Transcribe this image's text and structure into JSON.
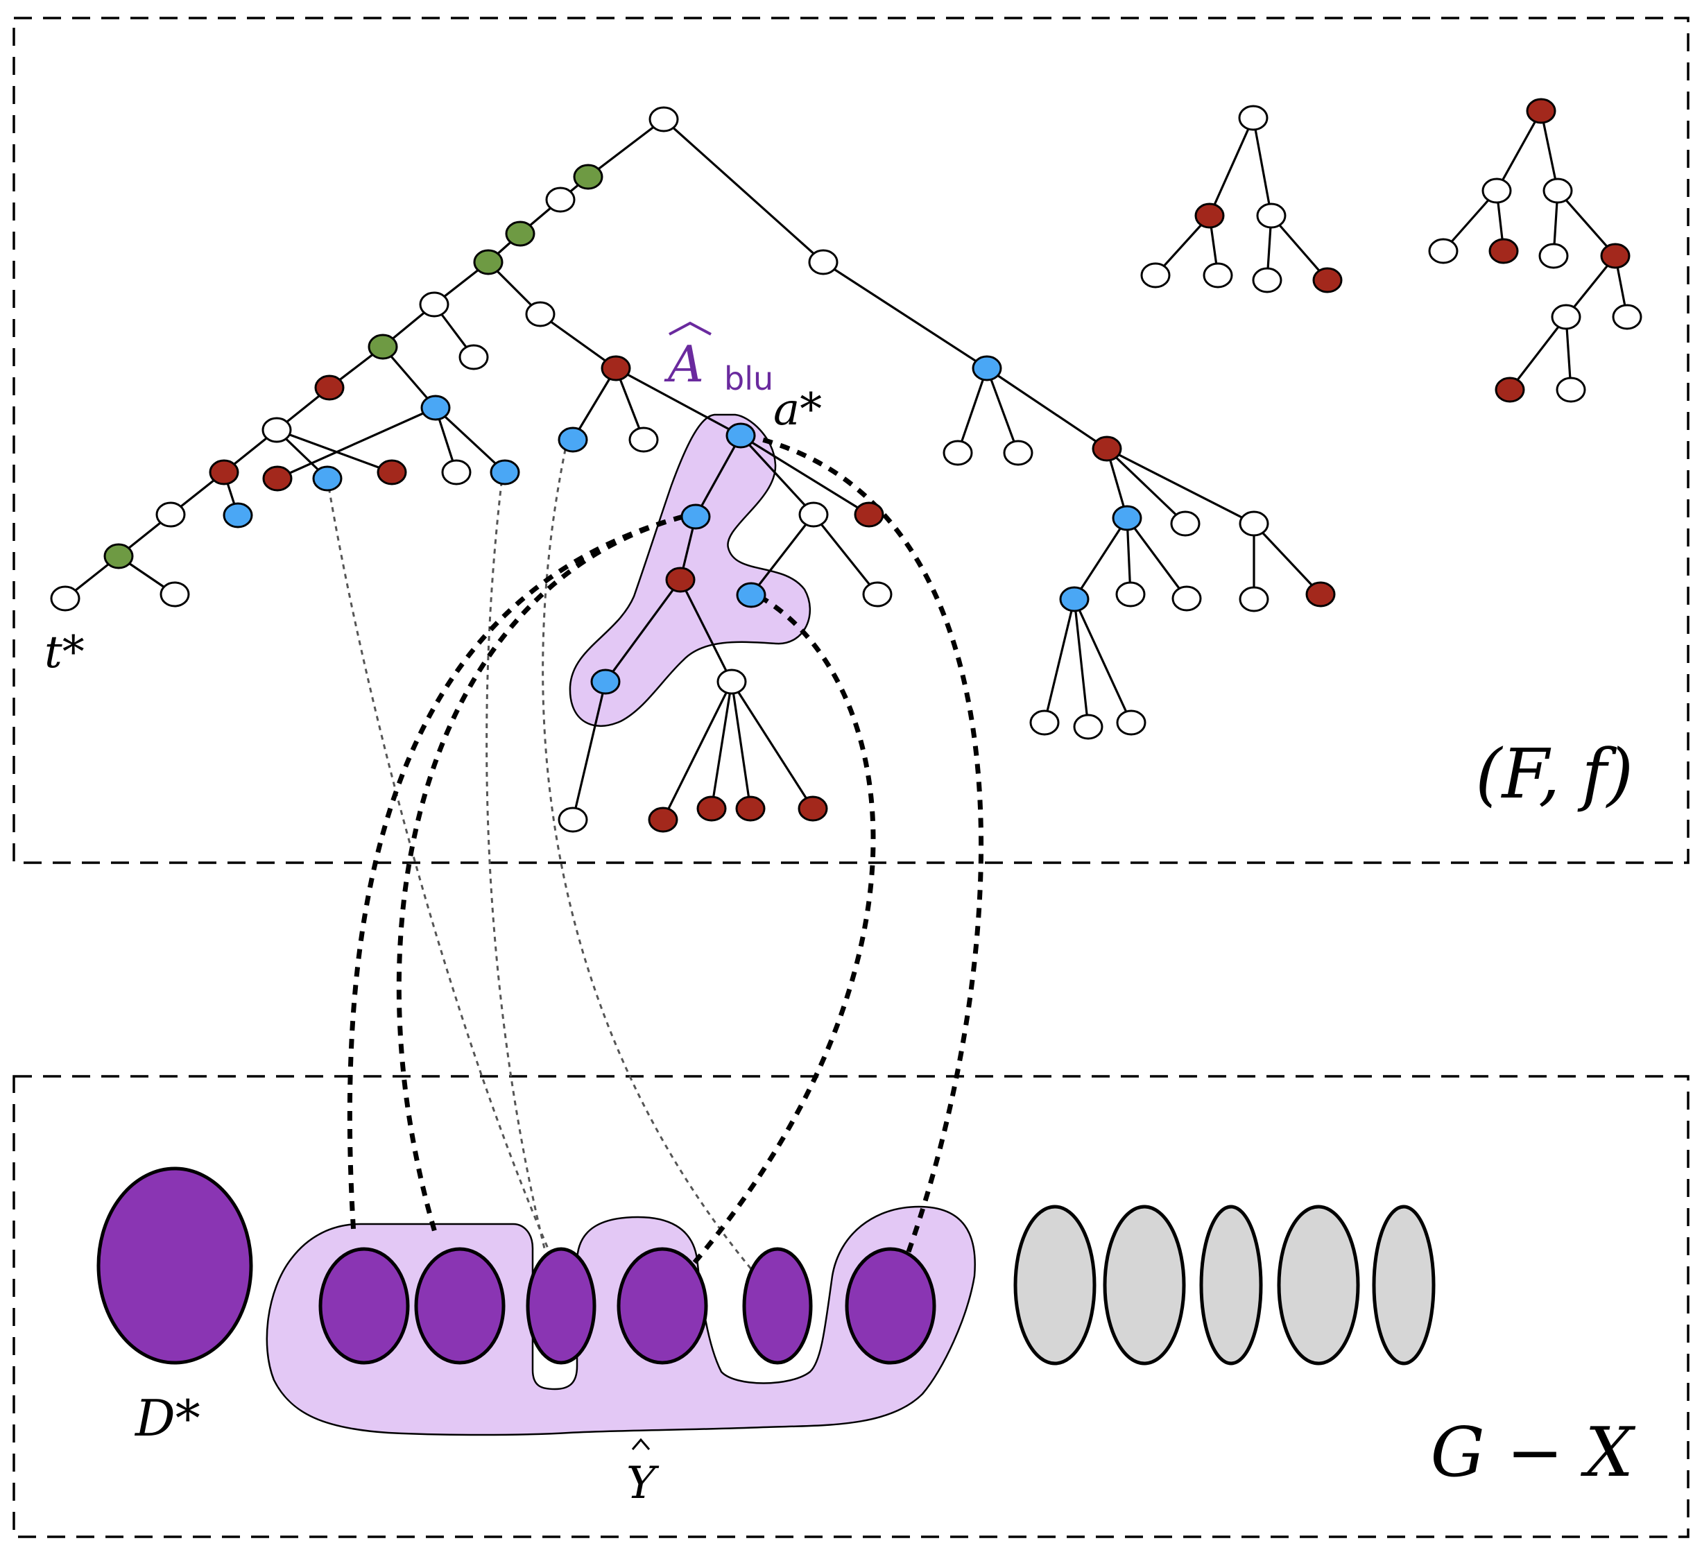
{
  "labels": {
    "forest": "(F, f)",
    "graph": "G − X",
    "t_star": "t*",
    "a_star": "a*",
    "a_hat_letter": "A",
    "a_hat_subscript": "blu",
    "y_hat": "Y",
    "d_star": "D*"
  },
  "colors": {
    "white": "#ffffff",
    "green": "#6e9a43",
    "red": "#a3281c",
    "blue": "#4aa7f5",
    "purple": "#8a35b3",
    "light_purple": "#e3c8f5",
    "gray": "#d6d6d6",
    "label_purple": "#6a2a9e"
  }
}
